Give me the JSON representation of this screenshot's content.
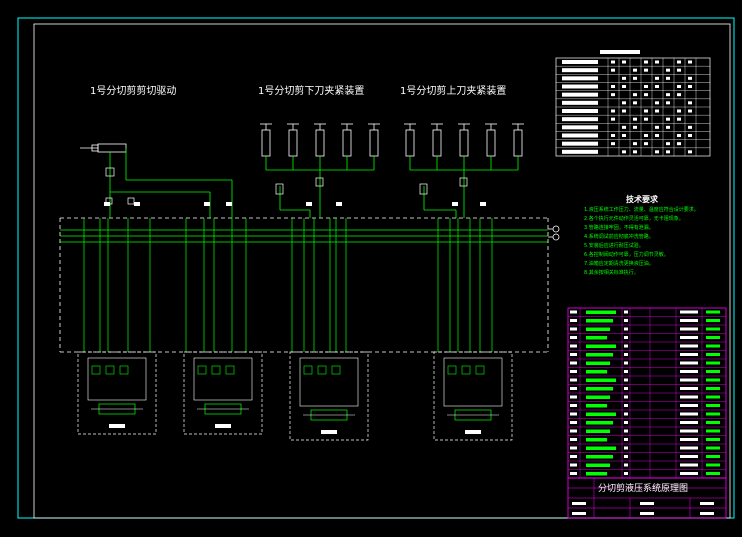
{
  "titles": {
    "cut_drive": "1号分切剪剪切驱动",
    "lower_clamp": "1号分切剪下刀夹紧装置",
    "upper_clamp": "1号分切剪上刀夹紧装置"
  },
  "tech_title": "技术要求",
  "tech_notes": [
    "1.液压系统工作压力、流量、温度应符合设计要求。",
    "2.各个执行元件动作灵活可靠，无卡阻现象。",
    "3.管路连接牢固，不得有泄漏。",
    "4.系统调试前应彻底冲洗管路。",
    "5.安装后应进行耐压试验。",
    "6.各控制阀动作可靠，压力调节灵敏。",
    "7.油箱应定期清洗更换液压油。",
    "8.其余按相关标准执行。"
  ],
  "drawing_title": "分切剪液压系统原理图",
  "colors": {
    "background": "#000000",
    "line_green": "#00ff00",
    "line_white": "#ffffff",
    "frame_magenta": "#ff00ff",
    "frame_cyan": "#00ffff"
  }
}
